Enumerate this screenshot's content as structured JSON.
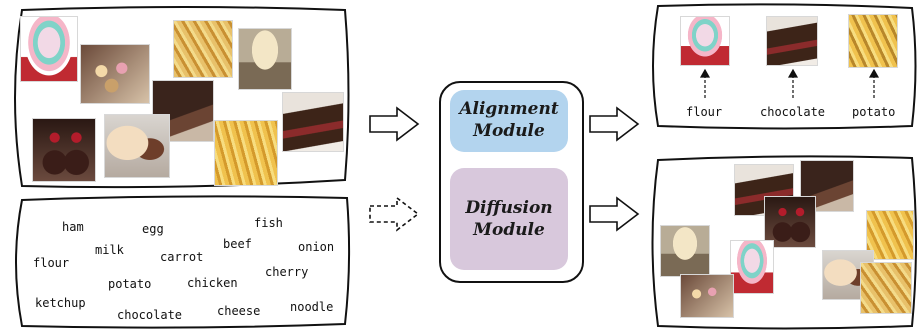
{
  "modules": {
    "alignment": {
      "line1": "Alignment",
      "line2": "Module",
      "color": "#b3d4ee"
    },
    "diffusion": {
      "line1": "Diffusion",
      "line2": "Module",
      "color": "#d8c8dc"
    }
  },
  "concept_words": [
    "ham",
    "egg",
    "fish",
    "milk",
    "beef",
    "onion",
    "carrot",
    "flour",
    "cherry",
    "potato",
    "chicken",
    "ketchup",
    "cheese",
    "noodle",
    "chocolate"
  ],
  "output_labels": {
    "first": "flour",
    "second": "chocolate",
    "third": "potato"
  },
  "photo_types": [
    "cupcake",
    "chocolate-cake",
    "french-fries",
    "plate-meal",
    "mini-cupcakes"
  ]
}
